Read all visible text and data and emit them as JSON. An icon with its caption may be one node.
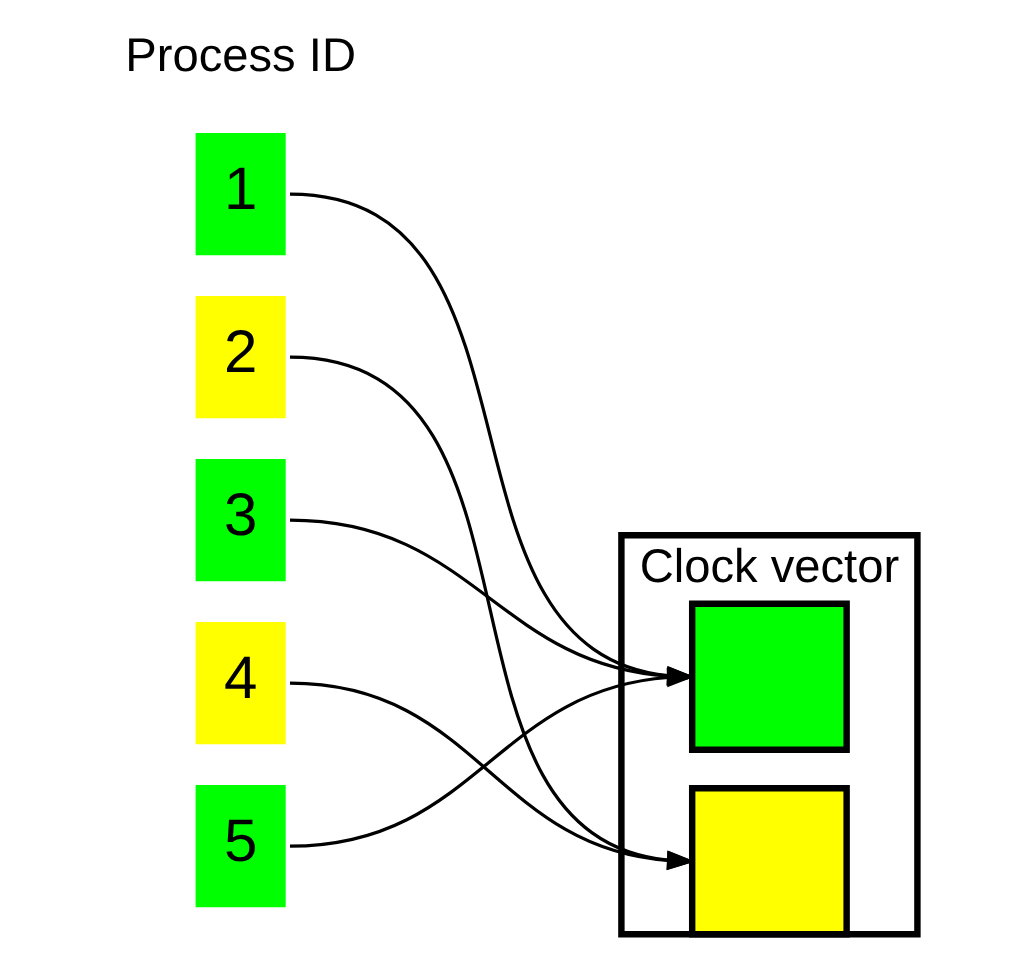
{
  "diagram": {
    "nodes": [
      {
        "text": [
          "1"
        ]
      },
      {
        "text": [
          "2"
        ]
      },
      {
        "text": [
          "3"
        ]
      },
      {
        "text": [
          "4"
        ]
      },
      {
        "text": [
          "5"
        ]
      },
      {
        "text": [
          "Clock vector"
        ]
      },
      {
        "text": [],
        "shape": "box",
        "in": 5
      },
      {
        "text": [],
        "shape": "box",
        "in": 5
      }
    ],
    "edges": [
      {
        "from": 0,
        "to": 6,
        "arrow": "to"
      },
      {
        "from": 1,
        "to": 7,
        "arrow": "to"
      },
      {
        "from": 2,
        "to": 6,
        "arrow": "to"
      },
      {
        "from": 3,
        "to": 7,
        "arrow": "to"
      },
      {
        "from": 4,
        "to": 6,
        "arrow": "to"
      }
    ],
    "labels": [
      "Process ID"
    ]
  }
}
